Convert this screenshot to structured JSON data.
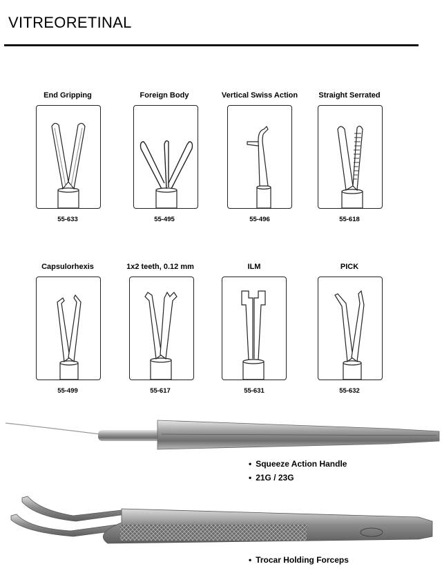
{
  "header": {
    "title": "VITREORETINAL"
  },
  "instruments": [
    {
      "name": "End Gripping",
      "code": "55-633"
    },
    {
      "name": "Foreign Body",
      "code": "55-495"
    },
    {
      "name": "Vertical Swiss Action",
      "code": "55-496"
    },
    {
      "name": "Straight Serrated",
      "code": "55-618"
    },
    {
      "name": "Capsulorhexis",
      "code": "55-499"
    },
    {
      "name": "1x2 teeth, 0.12 mm",
      "code": "55-617"
    },
    {
      "name": "ILM",
      "code": "55-631"
    },
    {
      "name": "PICK",
      "code": "55-632"
    }
  ],
  "handle": {
    "features": [
      "Squeeze Action Handle",
      "21G / 23G"
    ]
  },
  "forceps": {
    "features": [
      "Trocar Holding Forceps"
    ]
  }
}
